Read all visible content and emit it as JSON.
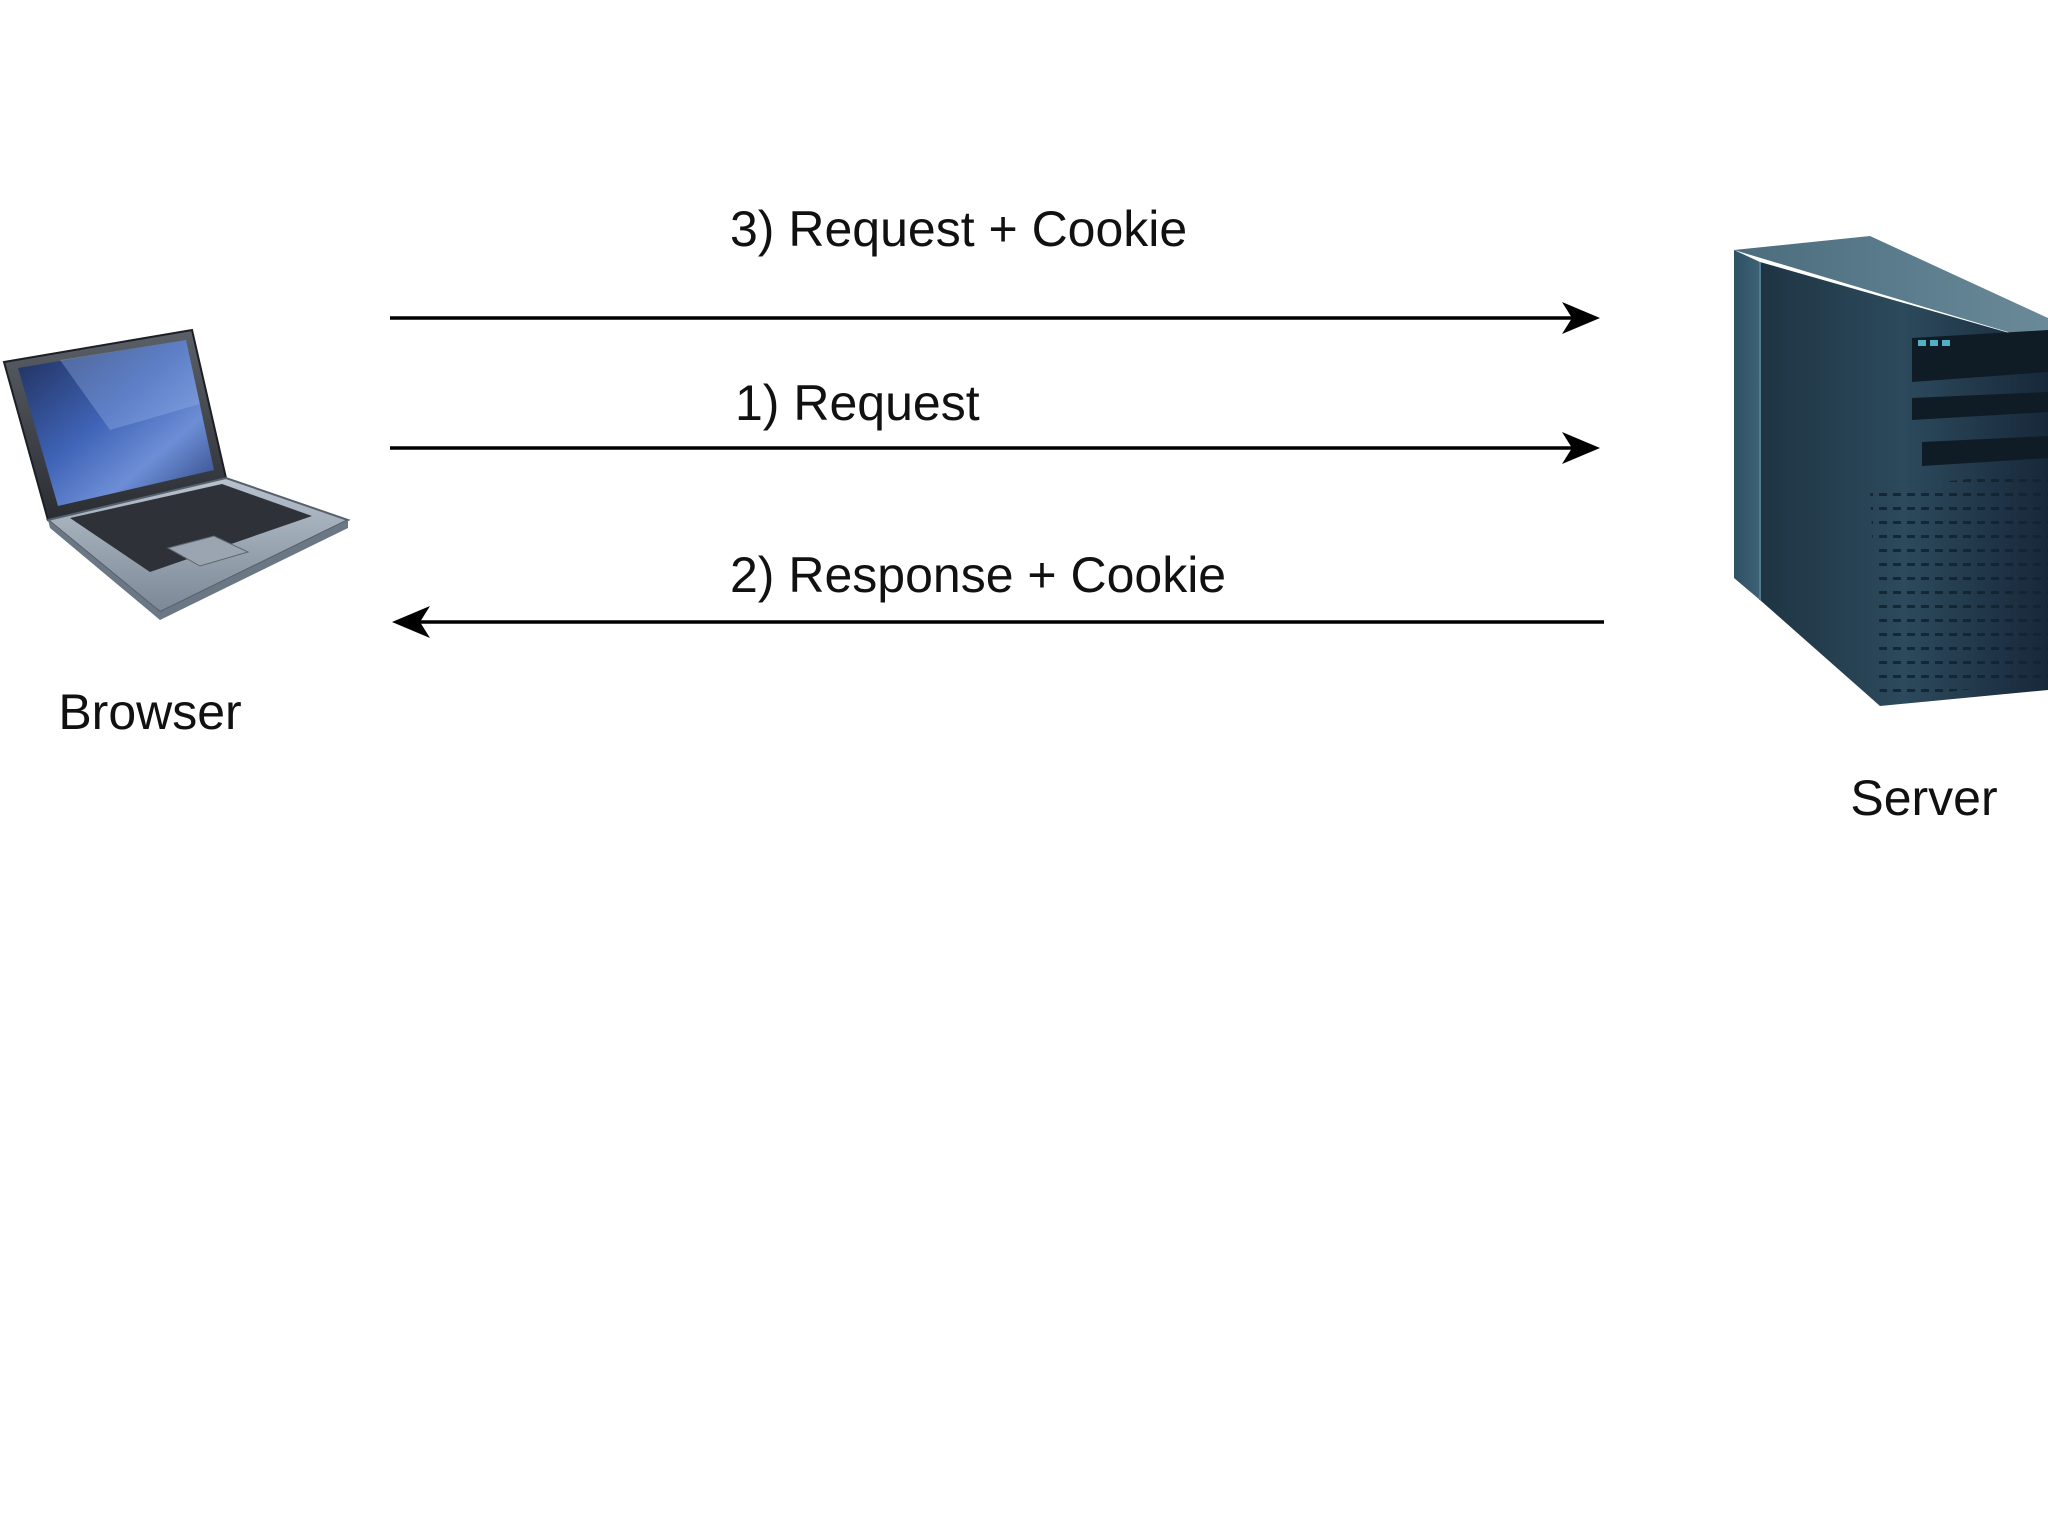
{
  "nodes": {
    "browser": {
      "label": "Browser"
    },
    "server": {
      "label": "Server"
    }
  },
  "messages": [
    {
      "label": "3) Request + Cookie",
      "direction": "browser-to-server"
    },
    {
      "label": "1) Request",
      "direction": "browser-to-server"
    },
    {
      "label": "2) Response + Cookie",
      "direction": "server-to-browser"
    }
  ],
  "colors": {
    "background": "#ffffff",
    "arrow": "#000000",
    "text": "#111111"
  }
}
